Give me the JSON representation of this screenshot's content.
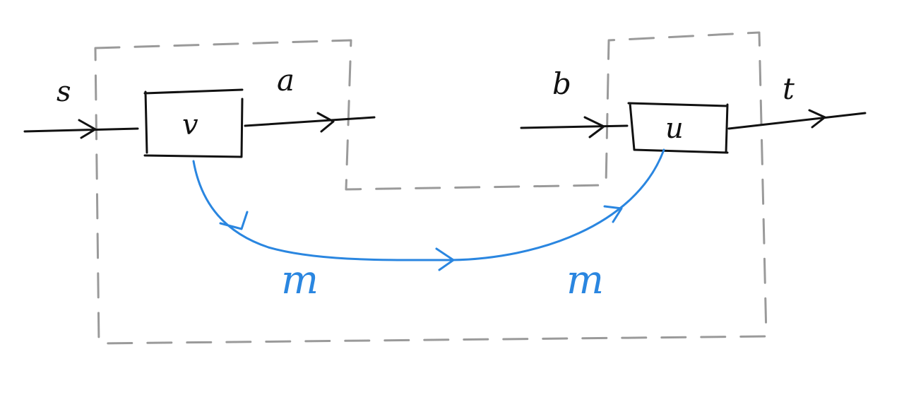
{
  "colors": {
    "ink": "#111111",
    "blue": "#2a86e0",
    "dash": "#9a9a9a"
  },
  "labels": {
    "input_s": "s",
    "output_a": "a",
    "input_b": "b",
    "output_t": "t",
    "box_v": "v",
    "box_u": "u",
    "message_left": "m",
    "message_right": "m"
  }
}
